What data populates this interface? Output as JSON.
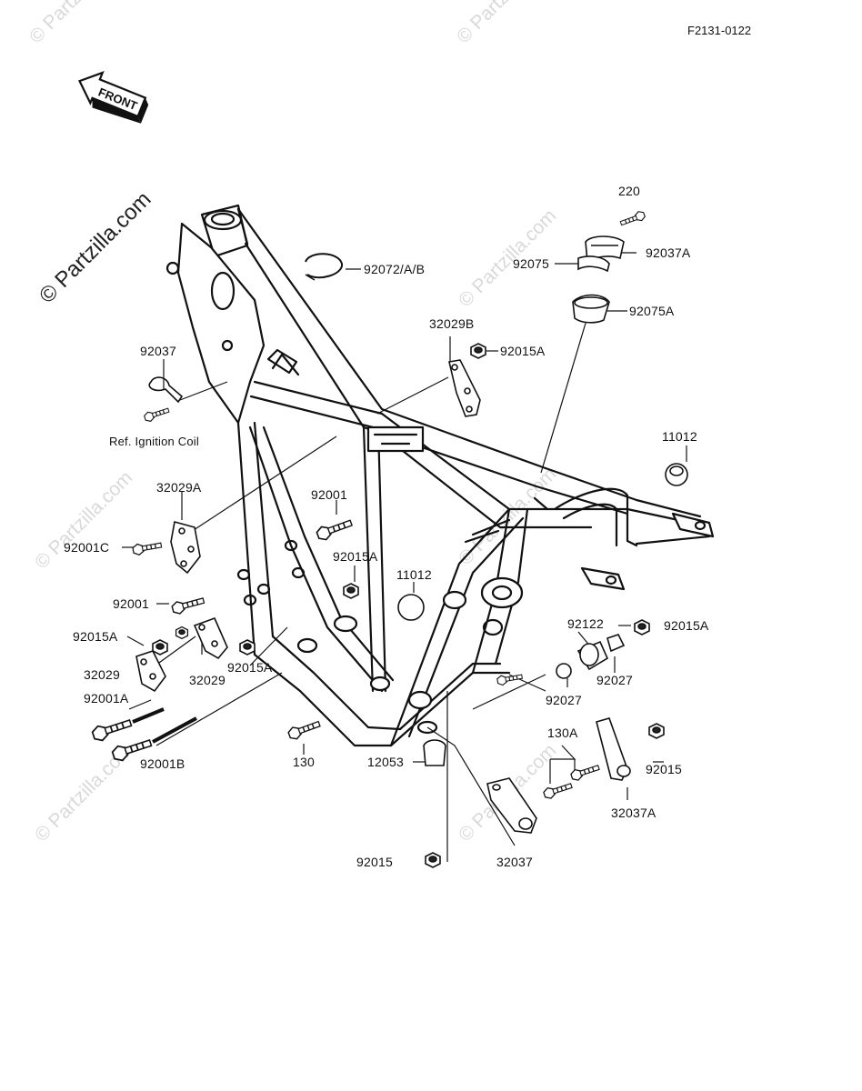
{
  "figure_code": "F2131-0122",
  "front_arrow_text": "FRONT",
  "watermark": "© Partzilla.com",
  "labels": [
    {
      "id": "p220",
      "text": "220"
    },
    {
      "id": "p92037A_top",
      "text": "92037A"
    },
    {
      "id": "p92075",
      "text": "92075"
    },
    {
      "id": "p92075A",
      "text": "92075A"
    },
    {
      "id": "p92072",
      "text": "92072/A/B"
    },
    {
      "id": "p32029B",
      "text": "32029B"
    },
    {
      "id": "p92015A_a",
      "text": "92015A"
    },
    {
      "id": "p92037",
      "text": "92037"
    },
    {
      "id": "pRefIgn",
      "text": "Ref. Ignition Coil"
    },
    {
      "id": "p11012_a",
      "text": "11012"
    },
    {
      "id": "p32029A",
      "text": "32029A"
    },
    {
      "id": "p92001_a",
      "text": "92001"
    },
    {
      "id": "p92001C",
      "text": "92001C"
    },
    {
      "id": "p92015A_b",
      "text": "92015A"
    },
    {
      "id": "p11012_b",
      "text": "11012"
    },
    {
      "id": "p92001_b",
      "text": "92001"
    },
    {
      "id": "p92015A_c",
      "text": "92015A"
    },
    {
      "id": "p92122",
      "text": "92122"
    },
    {
      "id": "p92015A_d",
      "text": "92015A"
    },
    {
      "id": "p32029_a",
      "text": "32029"
    },
    {
      "id": "p32029_b",
      "text": "32029"
    },
    {
      "id": "p92015A_e",
      "text": "92015A"
    },
    {
      "id": "p92027_a",
      "text": "92027"
    },
    {
      "id": "p92027_b",
      "text": "92027"
    },
    {
      "id": "p92001A",
      "text": "92001A"
    },
    {
      "id": "p130A",
      "text": "130A"
    },
    {
      "id": "p92001B",
      "text": "92001B"
    },
    {
      "id": "p130",
      "text": "130"
    },
    {
      "id": "p12053",
      "text": "12053"
    },
    {
      "id": "p92015_a",
      "text": "92015"
    },
    {
      "id": "p32037A",
      "text": "32037A"
    },
    {
      "id": "p92015_b",
      "text": "92015"
    },
    {
      "id": "p32037",
      "text": "32037"
    }
  ]
}
